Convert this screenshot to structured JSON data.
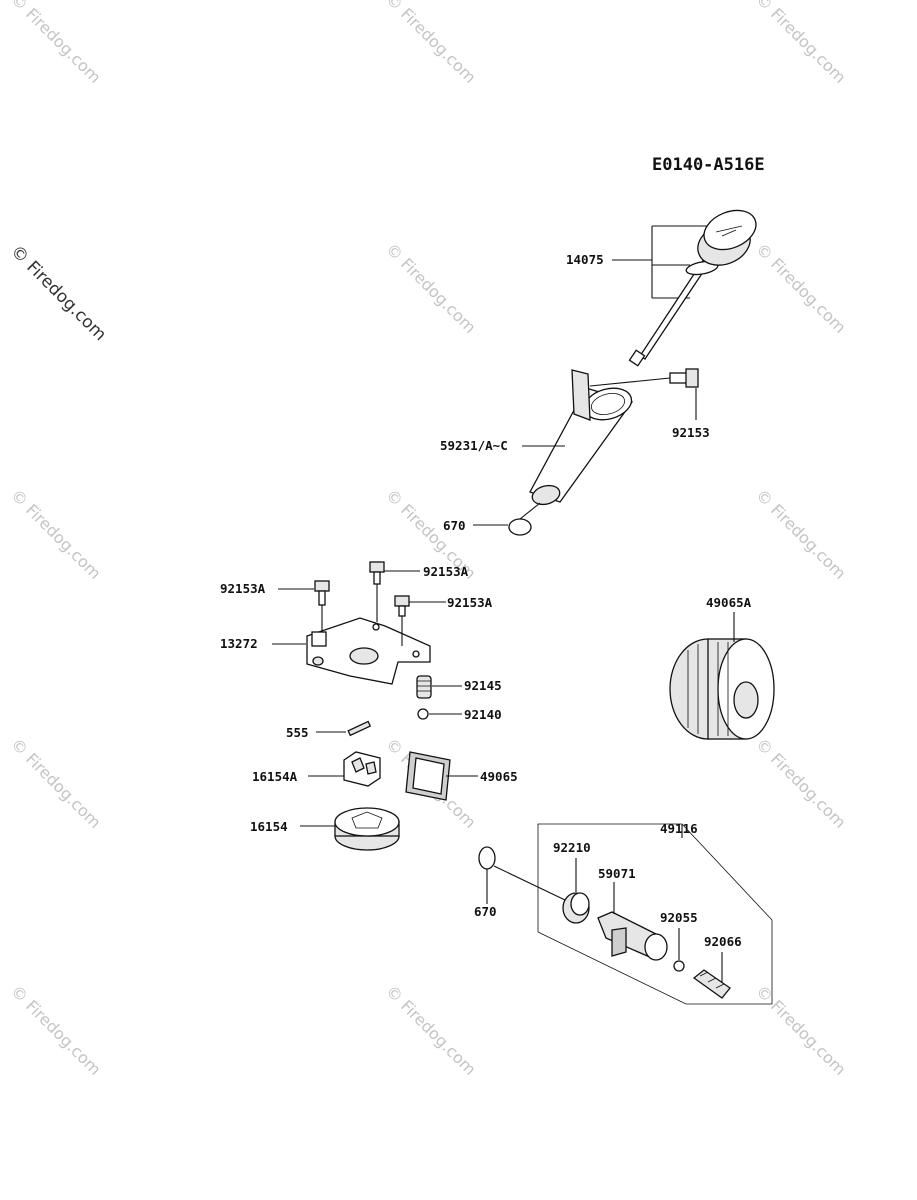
{
  "diagram": {
    "code": "E0140-A516E",
    "parts": {
      "p14075": "14075",
      "p92153": "92153",
      "p59231": "59231/A~C",
      "p670_top": "670",
      "p92153A_1": "92153A",
      "p92153A_2": "92153A",
      "p92153A_3": "92153A",
      "p13272": "13272",
      "p92145": "92145",
      "p92140": "92140",
      "p555": "555",
      "p16154A": "16154A",
      "p49065": "49065",
      "p16154": "16154",
      "p49065A": "49065A",
      "p49116": "49116",
      "p92210": "92210",
      "p59071": "59071",
      "p670_bottom": "670",
      "p92055": "92055",
      "p92066": "92066"
    }
  },
  "watermark": {
    "text": "© Firedog.com"
  },
  "colors": {
    "line": "#111111",
    "watermark": "#c4c4c4"
  }
}
